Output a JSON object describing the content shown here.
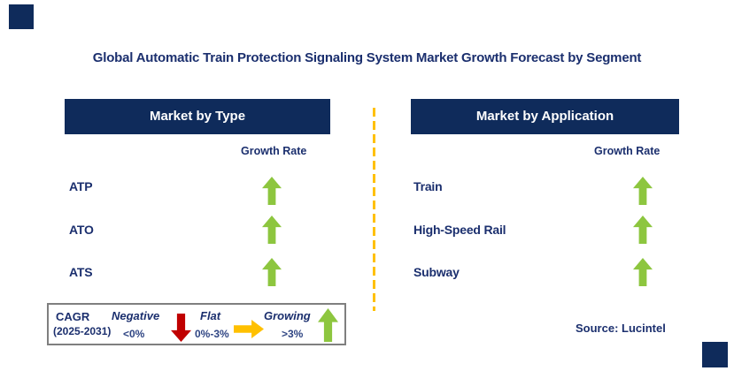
{
  "title": "Global Automatic Train Protection Signaling System Market Growth Forecast by Segment",
  "panels": [
    {
      "header": "Market by Type",
      "growth_rate_label": "Growth Rate",
      "segments": [
        {
          "label": "ATP",
          "trend": "growing"
        },
        {
          "label": "ATO",
          "trend": "growing"
        },
        {
          "label": "ATS",
          "trend": "growing"
        }
      ]
    },
    {
      "header": "Market by Application",
      "growth_rate_label": "Growth Rate",
      "segments": [
        {
          "label": "Train",
          "trend": "growing"
        },
        {
          "label": "High-Speed Rail",
          "trend": "growing"
        },
        {
          "label": "Subway",
          "trend": "growing"
        }
      ]
    }
  ],
  "legend": {
    "cagr_label": "CAGR",
    "cagr_period": "(2025-2031)",
    "items": [
      {
        "label": "Negative",
        "range": "<0%",
        "arrow": "down-arrow-red"
      },
      {
        "label": "Flat",
        "range": "0%-3%",
        "arrow": "right-arrow-yellow"
      },
      {
        "label": "Growing",
        "range": ">3%",
        "arrow": "up-arrow-green"
      }
    ]
  },
  "source": "Source: Lucintel",
  "colors": {
    "navy": "#0f2b5b",
    "text_navy": "#1b2f6e",
    "green": "#8dc63f",
    "red": "#c00000",
    "yellow": "#ffc000",
    "legend_border": "#7f7f7f"
  }
}
